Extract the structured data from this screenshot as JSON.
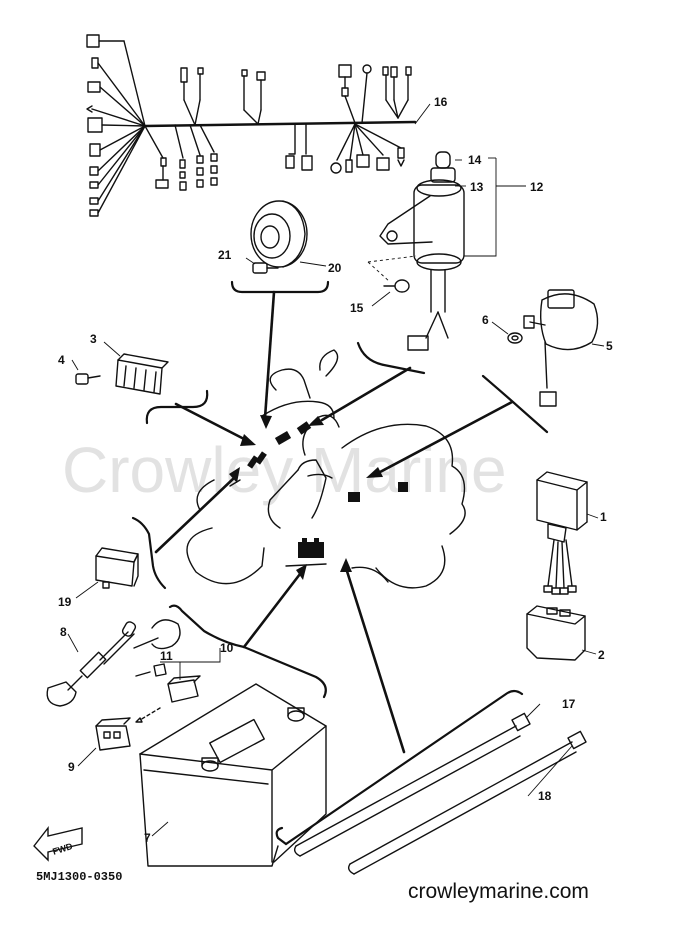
{
  "watermark": "Crowley Marine",
  "diagram_code": "5MJ1300-0350",
  "site_url": "crowleymarine.com",
  "fwd_label": "FWD",
  "parts": {
    "p1": "1",
    "p2": "2",
    "p3": "3",
    "p4": "4",
    "p5": "5",
    "p6": "6",
    "p7": "7",
    "p8": "8",
    "p9": "9",
    "p10": "10",
    "p11": "11",
    "p12": "12",
    "p13": "13",
    "p14": "14",
    "p15": "15",
    "p16": "16",
    "p17": "17",
    "p18": "18",
    "p19": "19",
    "p20": "20",
    "p21": "21"
  }
}
